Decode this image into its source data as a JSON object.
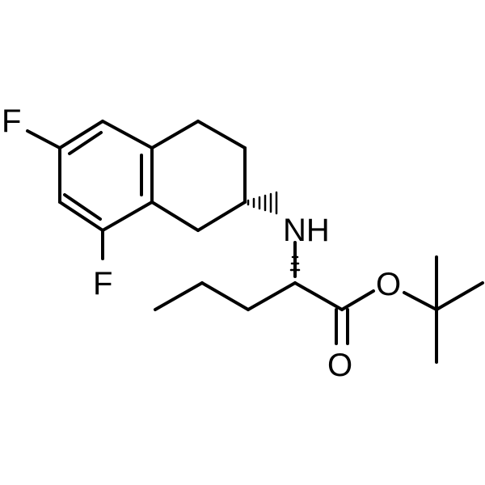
{
  "atoms": {
    "fluorine_top": "F",
    "fluorine_bottom": "F",
    "amine": "NH",
    "ester_oxygen": "O",
    "carbonyl_oxygen": "O"
  },
  "colors": {
    "bond": "#000000",
    "label": "#000000",
    "background": "#ffffff"
  }
}
